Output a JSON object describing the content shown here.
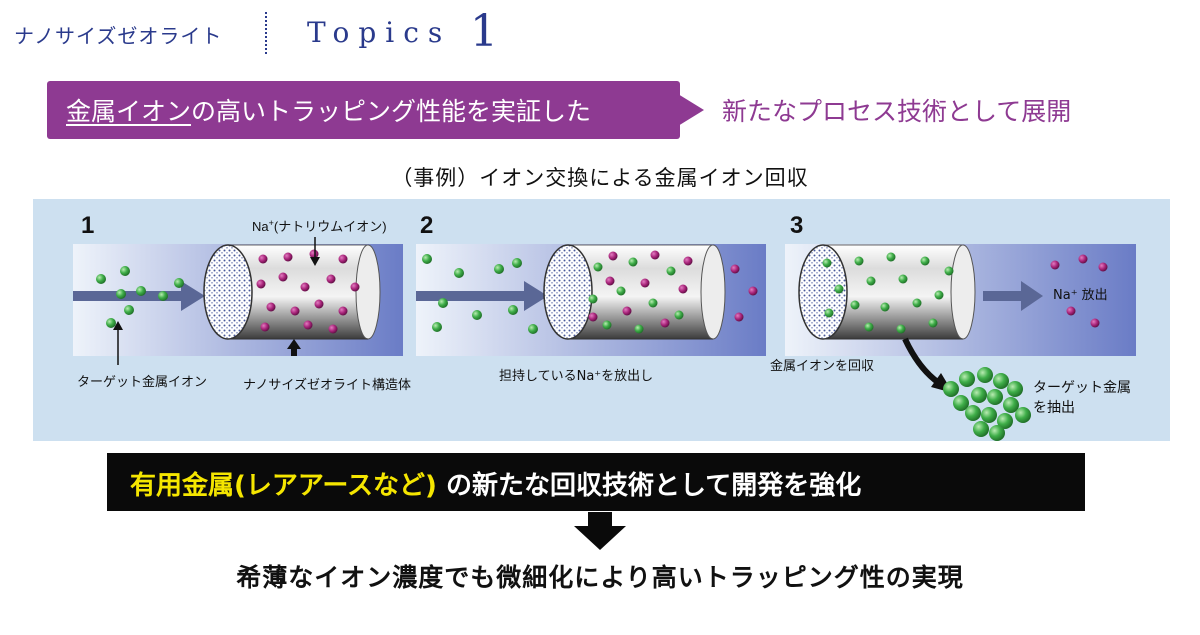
{
  "header": {
    "brand": "ナノサイズゼオライト",
    "topics_label": "Topics",
    "topics_number": "1"
  },
  "banner": {
    "underlined": "金属イオン",
    "rest": "の高いトラッピング性能を実証した",
    "outcome": "新たなプロセス技術として展開",
    "box_color": "#8e3a92"
  },
  "example_title": "（事例）イオン交換による金属イオン回収",
  "diagram": {
    "steps": [
      {
        "number": "1",
        "label_na": "Na",
        "label_na_sup": "+",
        "label_na_desc": "(ナトリウムイオン)",
        "label_target": "ターゲット金属イオン",
        "label_zeolite": "ナノサイズゼオライト構造体"
      },
      {
        "number": "2",
        "label_release": "担持しているNa⁺を放出し"
      },
      {
        "number": "3",
        "label_release": "Na⁺ 放出",
        "label_recover": "金属イオンを回収",
        "label_extract_1": "ターゲット金属",
        "label_extract_2": "を抽出"
      }
    ],
    "colors": {
      "panel": "#cde0f0",
      "green_ion": "#3fae49",
      "magenta_ion": "#a8247a",
      "arrow": "#5a6796"
    }
  },
  "development": {
    "highlight": "有用金属(レアアースなど)",
    "rest": "の新たな回収技術として開発を強化"
  },
  "conclusion": "希薄なイオン濃度でも微細化により高いトラッピング性の実現"
}
